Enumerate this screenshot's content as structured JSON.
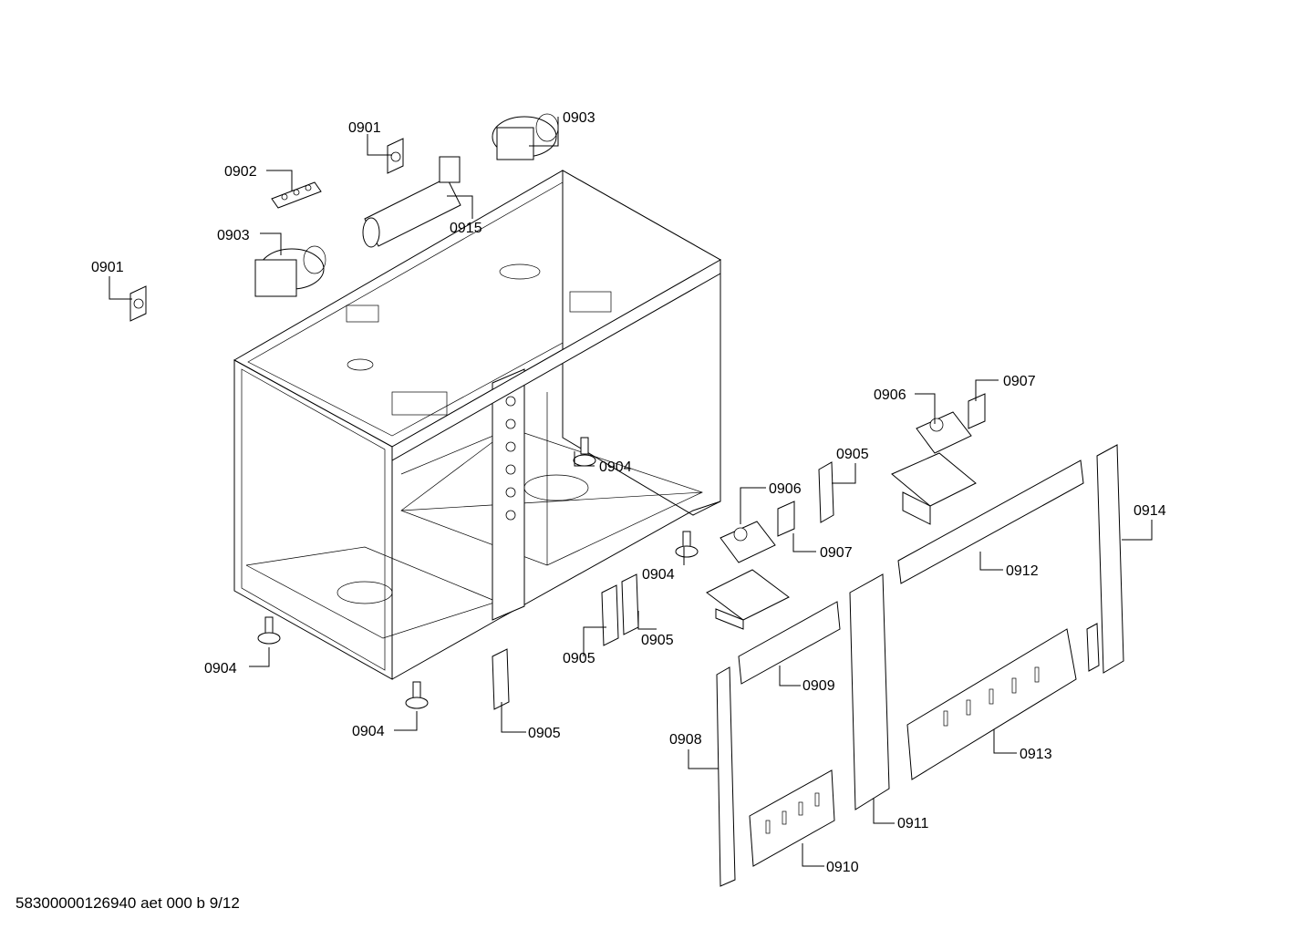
{
  "callouts": [
    {
      "id": "c1",
      "text": "0901"
    },
    {
      "id": "c2",
      "text": "0903"
    },
    {
      "id": "c3",
      "text": "0902"
    },
    {
      "id": "c4",
      "text": "0915"
    },
    {
      "id": "c5",
      "text": "0903"
    },
    {
      "id": "c6",
      "text": "0901"
    },
    {
      "id": "c7",
      "text": "0906"
    },
    {
      "id": "c8",
      "text": "0907"
    },
    {
      "id": "c9",
      "text": "0905"
    },
    {
      "id": "c10",
      "text": "0904"
    },
    {
      "id": "c11",
      "text": "0906"
    },
    {
      "id": "c12",
      "text": "0914"
    },
    {
      "id": "c13",
      "text": "0907"
    },
    {
      "id": "c14",
      "text": "0904"
    },
    {
      "id": "c15",
      "text": "0912"
    },
    {
      "id": "c16",
      "text": "0905"
    },
    {
      "id": "c17",
      "text": "0905"
    },
    {
      "id": "c18",
      "text": "0904"
    },
    {
      "id": "c19",
      "text": "0909"
    },
    {
      "id": "c20",
      "text": "0904"
    },
    {
      "id": "c21",
      "text": "0905"
    },
    {
      "id": "c22",
      "text": "0908"
    },
    {
      "id": "c23",
      "text": "0913"
    },
    {
      "id": "c24",
      "text": "0911"
    },
    {
      "id": "c25",
      "text": "0910"
    }
  ],
  "footer": "58300000126940 aet 000 b 9/12"
}
